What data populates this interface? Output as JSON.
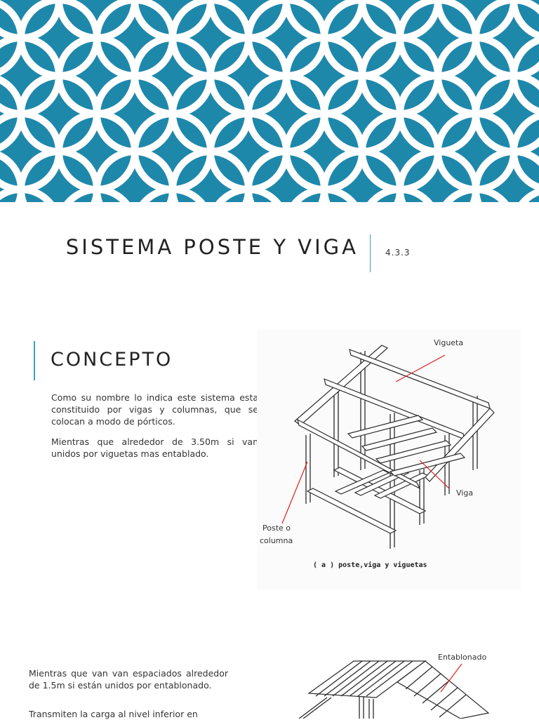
{
  "header": {
    "title": "SISTEMA POSTE Y VIGA",
    "section_number": "4.3.3"
  },
  "banner": {
    "pattern_color": "#1e88ab",
    "motif_color": "#ffffff"
  },
  "concept": {
    "heading": "CONCEPTO",
    "paragraph_1": "Como su nombre lo indica este sistema esta constituido por vigas y columnas, que se colocan a modo de pórticos.",
    "paragraph_2": "Mientras que alrededor de 3.50m si van unidos por viguetas mas entablado."
  },
  "figure_a": {
    "labels": {
      "vigueta": "Vigueta",
      "viga": "Viga",
      "poste_line1": "Poste o",
      "poste_line2": "columna"
    },
    "caption": "( a )  poste,viga y viguetas"
  },
  "figure_b": {
    "labels": {
      "entablonado": "Entablonado"
    }
  },
  "lower": {
    "paragraph_1": "Mientras que van van espaciados alrededor de 1.5m si están unidos por entablonado.",
    "paragraph_2": "Transmiten la carga al nivel inferior en"
  },
  "colors": {
    "accent": "#3ea0bd",
    "arrow": "#e02020",
    "text": "#333333"
  }
}
